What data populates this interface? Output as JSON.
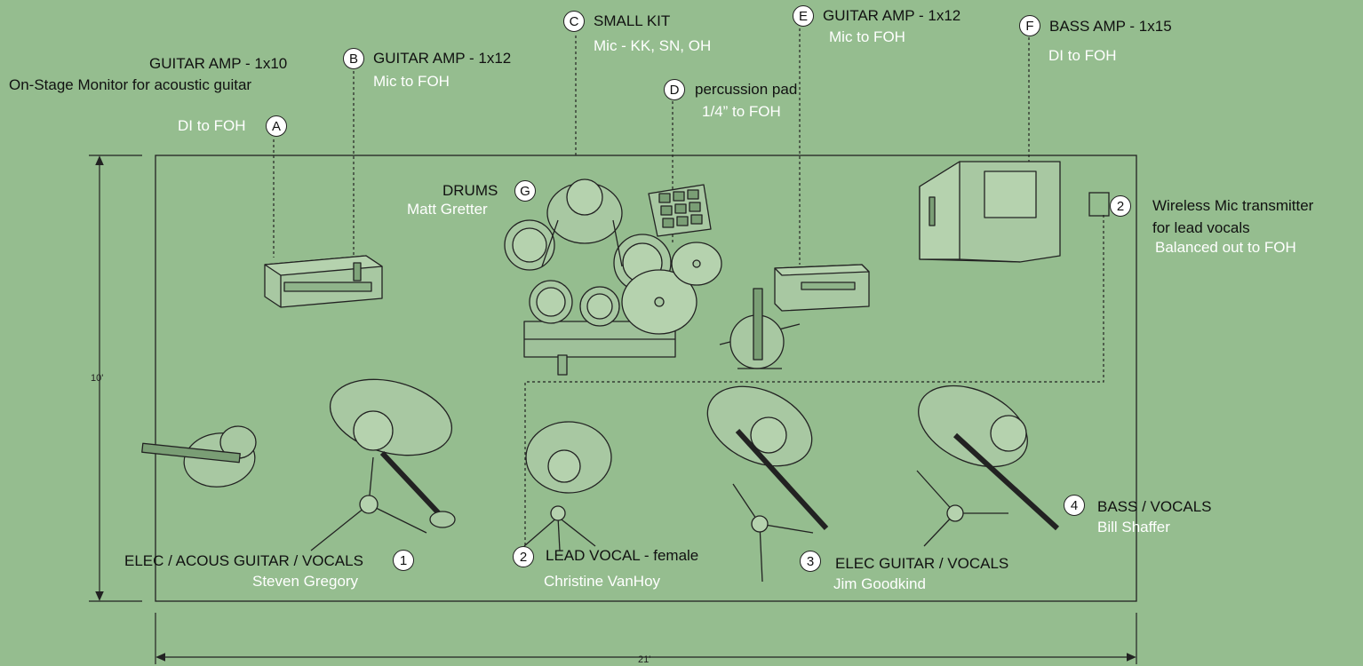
{
  "stage": {
    "depth_label": "10'",
    "width_label": "21'"
  },
  "inputs": [
    {
      "id": "A",
      "title": "GUITAR AMP - 1x10",
      "title2": "On-Stage Monitor for acoustic guitar",
      "detail": "DI to FOH"
    },
    {
      "id": "B",
      "title": "GUITAR AMP - 1x12",
      "detail": "Mic to FOH"
    },
    {
      "id": "C",
      "title": "SMALL KIT",
      "detail": "Mic - KK, SN, OH"
    },
    {
      "id": "D",
      "title": "percussion pad",
      "detail": "1/4” to FOH"
    },
    {
      "id": "E",
      "title": "GUITAR AMP - 1x12",
      "detail": "Mic to FOH"
    },
    {
      "id": "F",
      "title": "BASS AMP - 1x15",
      "detail": "DI  to FOH"
    },
    {
      "id": "G",
      "title": "DRUMS",
      "detail": "Matt Gretter"
    }
  ],
  "wireless": {
    "id": "2",
    "line1": "Wireless Mic transmitter",
    "line2": "for lead vocals",
    "detail": "Balanced out to FOH"
  },
  "performers": [
    {
      "id": "1",
      "role": "ELEC / ACOUS GUITAR / VOCALS",
      "name": "Steven Gregory"
    },
    {
      "id": "2",
      "role": "LEAD VOCAL - female",
      "name": "Christine VanHoy"
    },
    {
      "id": "3",
      "role": "ELEC GUITAR / VOCALS",
      "name": "Jim Goodkind"
    },
    {
      "id": "4",
      "role": "BASS / VOCALS",
      "name": "Bill Shaffer"
    }
  ]
}
